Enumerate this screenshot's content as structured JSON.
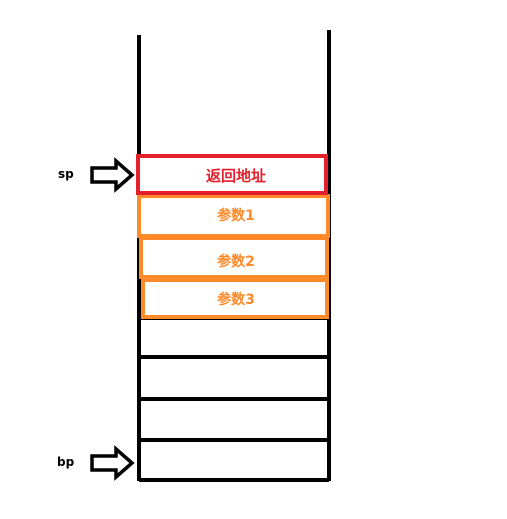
{
  "diagram": {
    "title": "",
    "colors": {
      "stack_line": "#000000",
      "return_address": "#e3202c",
      "param": "#ff8a2a",
      "label_text": "#000000"
    },
    "pointers": {
      "sp": {
        "label": "sp",
        "icon": "right-arrow-icon"
      },
      "bp": {
        "label": "bp",
        "icon": "right-arrow-icon"
      }
    },
    "stack": {
      "return_address": {
        "label": "返回地址"
      },
      "params": [
        {
          "label": "参数1"
        },
        {
          "label": "参数2"
        },
        {
          "label": "参数3"
        }
      ],
      "empty_slots": 4
    }
  }
}
